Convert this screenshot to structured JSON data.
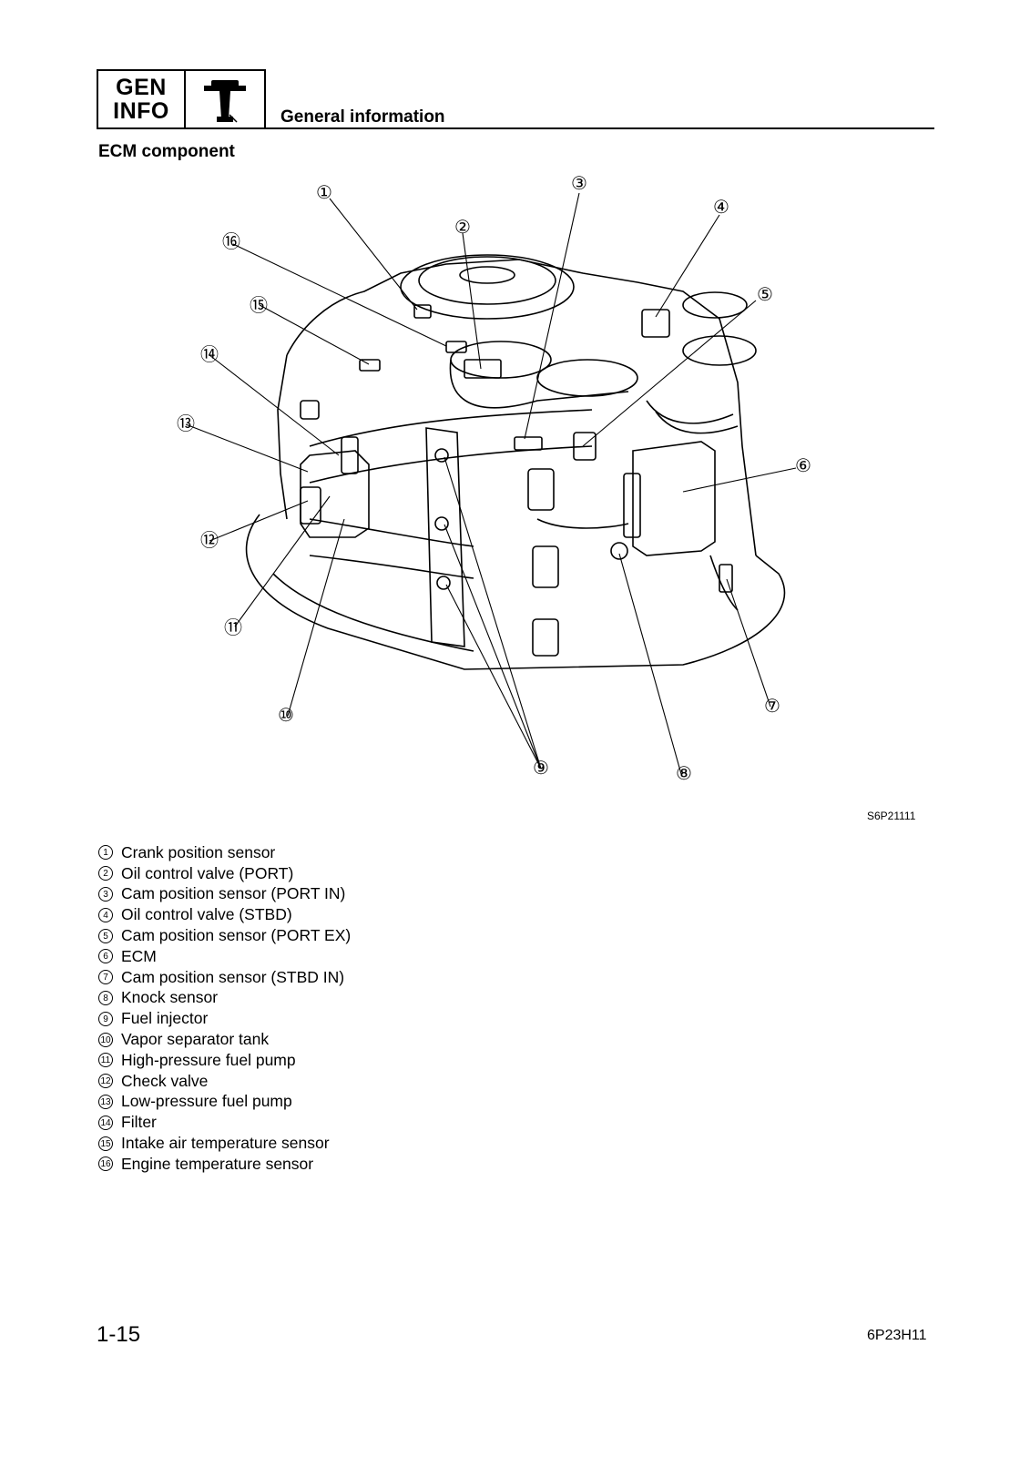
{
  "header": {
    "badge_line1": "GEN",
    "badge_line2": "INFO",
    "badge_icon": "outboard-motor-icon",
    "title": "General information"
  },
  "section_title": "ECM component",
  "figure_code": "S6P21111",
  "callouts": [
    "①",
    "②",
    "③",
    "④",
    "⑤",
    "⑥",
    "⑦",
    "⑧",
    "⑨",
    "⑩",
    "⑪",
    "⑫",
    "⑬",
    "⑭",
    "⑮",
    "⑯"
  ],
  "legend": [
    {
      "num": "1",
      "label": "Crank position sensor"
    },
    {
      "num": "2",
      "label": "Oil control valve (PORT)"
    },
    {
      "num": "3",
      "label": "Cam position sensor (PORT IN)"
    },
    {
      "num": "4",
      "label": "Oil control valve (STBD)"
    },
    {
      "num": "5",
      "label": "Cam position sensor (PORT EX)"
    },
    {
      "num": "6",
      "label": "ECM"
    },
    {
      "num": "7",
      "label": "Cam position sensor (STBD IN)"
    },
    {
      "num": "8",
      "label": "Knock sensor"
    },
    {
      "num": "9",
      "label": "Fuel injector"
    },
    {
      "num": "10",
      "label": "Vapor separator tank"
    },
    {
      "num": "11",
      "label": "High-pressure fuel pump"
    },
    {
      "num": "12",
      "label": "Check valve"
    },
    {
      "num": "13",
      "label": "Low-pressure fuel pump"
    },
    {
      "num": "14",
      "label": "Filter"
    },
    {
      "num": "15",
      "label": "Intake air temperature sensor"
    },
    {
      "num": "16",
      "label": "Engine temperature sensor"
    }
  ],
  "footer": {
    "page_number": "1-15",
    "document_code": "6P23H11"
  }
}
